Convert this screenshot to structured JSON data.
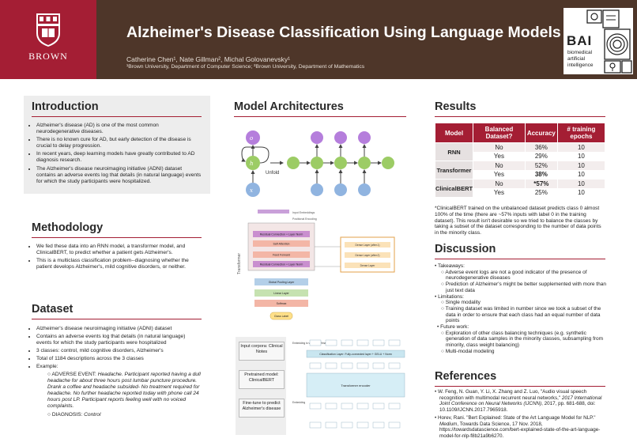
{
  "header": {
    "university": "BROWN",
    "title": "Alzheimer's Disease Classification Using Language Models",
    "authors": "Catherine Chen¹, Nate Gillman², Michal Golovanevsky¹",
    "affiliations": "¹Brown University, Department of Computer Science; ²Brown University, Department of Mathematics",
    "lab_logo": {
      "acronym": "BAI",
      "line1": "biomedical",
      "line2": "artificial",
      "line3": "intelligence"
    }
  },
  "introduction": {
    "title": "Introduction",
    "bullets": [
      "Alzheimer's disease (AD) is one of the most common neurodegenerative diseases.",
      "There is no known cure for AD, but early detection of the disease is crucial to delay progression.",
      "In recent years, deep learning models have greatly contributed to AD diagnosis research.",
      "The Alzheimer's disease neuroimaging initiative (ADNI) dataset contains an adverse events log that details (in natural language) events for which the study participants were hospitalized."
    ]
  },
  "methodology": {
    "title": "Methodology",
    "bullets": [
      "We fed these data into an RNN model, a transformer model, and ClinicalBERT, to predict whether a patient gets Alzheimer's.",
      "This is a multiclass classification problem--diagnosing whether the patient develops Alzheimer's, mild cognitive disorders, or neither."
    ]
  },
  "dataset": {
    "title": "Dataset",
    "bullets": [
      "Alzheimer's disease neuroimaging initiative (ADNI) dataset",
      "Contains an adverse events log that details (in natural language) events for which the study participants were hospitalized",
      "3 classes: control, mild cognitive disorders, Alzheimer's",
      "Total of 1184 descriptions across the 3 classes",
      "Example:"
    ],
    "example_label": "ADVERSE EVENT:",
    "example_text": "Headache. Participant reported having a dull headache for about three hours post lumbar puncture procedure. Drank a coffee and headache subsided- No treatment required for headache.  No further headache reported today with phone call 24 hours post LP.  Participant reports feeling well with no voiced complaints.",
    "diagnosis_label": "DIAGNOSIS:",
    "diagnosis_value": "Control"
  },
  "models": {
    "title": "Model Architectures",
    "rnn": {
      "unfold": "Unfold"
    },
    "transformer": {
      "side_label": "Transformer",
      "top_label": "Input Embeddings",
      "pos_label": "Positional Encoding",
      "blocks": [
        "Residual Connection + Layer Norm",
        "Self-Attention",
        "Feed Forward",
        "Residual Connection + Layer Norm"
      ],
      "lower": [
        "Global Pooling Layer",
        "Linear Layer",
        "Softmax"
      ],
      "class_label": "Class Label",
      "dense": [
        "Dense Layer (after.1)",
        "Dense Layer (after.2)",
        "Dense Layer"
      ]
    },
    "bert": {
      "steps": [
        "Input corpora: Clinical Notes",
        "Pretrained model: ClinicalBERT",
        "Fine-tune to predict Alzheimer's disease"
      ],
      "classification_layer": "Classification Layer: Fully-connected layer + GELU + Norm",
      "encoder": "Transformer encoder",
      "embedding_label": "Embedding to vocab + softmax",
      "embedding_bottom": "Embedding"
    }
  },
  "results": {
    "title": "Results",
    "headers": [
      "Model",
      "Balanced Dataset?",
      "Accuracy",
      "# training epochs"
    ],
    "rows": [
      {
        "model": "RNN",
        "balanced": "No",
        "accuracy": "36%",
        "epochs": "10"
      },
      {
        "model": "",
        "balanced": "Yes",
        "accuracy": "29%",
        "epochs": "10"
      },
      {
        "model": "Transformer",
        "balanced": "No",
        "accuracy": "52%",
        "epochs": "10"
      },
      {
        "model": "",
        "balanced": "Yes",
        "accuracy": "38%",
        "epochs": "10"
      },
      {
        "model": "ClinicalBERT",
        "balanced": "No",
        "accuracy": "*57%",
        "epochs": "10"
      },
      {
        "model": "",
        "balanced": "Yes",
        "accuracy": "25%",
        "epochs": "10"
      }
    ],
    "footnote": "*ClinicalBERT trained on the unbalanced dataset predicts class 0 almost 100% of the time (there are ~57% inputs with label 0 in the training dataset). This result isn't desirable so we tried to balance the classes by taking a subset of the dataset corresponding to the number of data points in the minority class."
  },
  "discussion": {
    "title": "Discussion",
    "takeaways_label": "Takeaways:",
    "takeaways": [
      "Adverse event logs are not a good indicator of the presence of neurodegenerative diseases",
      "Prediction of Alzheimer's might be better supplemented with more than just text data"
    ],
    "limitations_label": "Limitations:",
    "limitations": [
      "Single modality",
      "Training dataset was limited in number since we took a subset of the data in order to ensure that each class had an equal number of data points"
    ],
    "future_label": "Future work:",
    "future": [
      "Exploration of other class balancing techniques (e.g. synthetic generation of data samples in the minority classes, subsampling from minority, class weight balancing)",
      "Multi-modal modeling"
    ]
  },
  "references": {
    "title": "References",
    "items": [
      {
        "pre": "W. Feng, N. Guan, Y. Li, X. Zhang and Z. Luo, \"Audio visual speech recognition with multimodal recurrent neural networks,\" ",
        "em": "2017 International Joint Conference on Neural Networks (IJCNN)",
        "post": ", 2017, pp. 681-688, doi: 10.1109/IJCNN.2017.7965918."
      },
      {
        "pre": "Horev, Rani. \"Bert Explained: State of the Art Language Model for NLP.\" ",
        "em": "Medium",
        "post": ", Towards Data Science, 17 Nov. 2018, https://towardsdatascience.com/bert-explained-state-of-the-art-language-model-for-nlp-f8b21a9b6270."
      }
    ]
  },
  "colors": {
    "brown": "#4e3629",
    "red": "#a41e34",
    "rnn_purple": "#9b59b6",
    "rnn_green": "#8bc34a",
    "rnn_blue": "#7ba7d7"
  }
}
